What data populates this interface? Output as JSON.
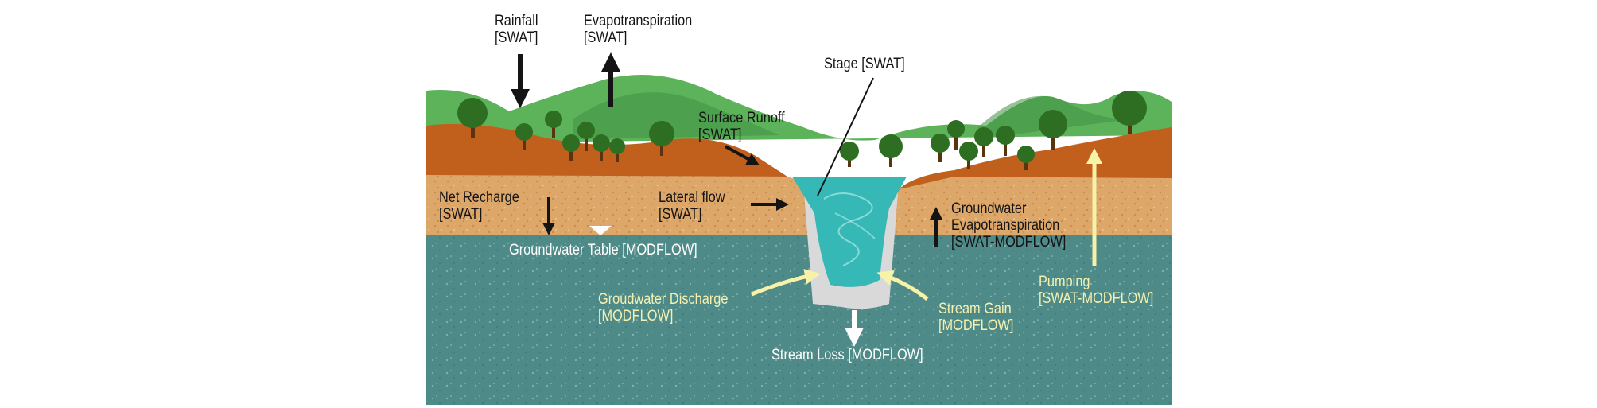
{
  "diagram": {
    "labels": {
      "rainfall": {
        "line1": "Rainfall",
        "line2": "[SWAT]"
      },
      "evapotranspiration": {
        "line1": "Evapotranspiration",
        "line2": "[SWAT]"
      },
      "stage": {
        "line1": "Stage [SWAT]"
      },
      "surface_runoff": {
        "line1": "Surface Runoff",
        "line2": "[SWAT]"
      },
      "net_recharge": {
        "line1": "Net Recharge",
        "line2": "[SWAT]"
      },
      "lateral_flow": {
        "line1": "Lateral flow",
        "line2": "[SWAT]"
      },
      "groundwater_et": {
        "line1": "Groundwater",
        "line2": "Evapotranspiration",
        "line3": "[SWAT-MODFLOW]"
      },
      "groundwater_table": {
        "line1": "Groundwater Table [MODFLOW]"
      },
      "groundwater_discharge": {
        "line1": "Groudwater Discharge",
        "line2": "[MODFLOW]"
      },
      "stream_gain": {
        "line1": "Stream Gain",
        "line2": "[MODFLOW]"
      },
      "pumping": {
        "line1": "Pumping",
        "line2": "[SWAT-MODFLOW]"
      },
      "stream_loss": {
        "line1": "Stream Loss [MODFLOW]"
      }
    },
    "colors": {
      "sky": "#ffffff",
      "hills": "#5db35a",
      "hills_dark": "#3f8f44",
      "topsoil": "#c0601c",
      "soil": "#dea76a",
      "aquifer": "#4e8a88",
      "stream": "#36b8b6",
      "streambed": "#d9d9d9",
      "arrow_dark": "#141414",
      "arrow_yellow": "#f6f2a8",
      "arrow_white": "#ffffff",
      "tree_foliage": "#2e6e22",
      "tree_trunk": "#5a3310"
    }
  }
}
